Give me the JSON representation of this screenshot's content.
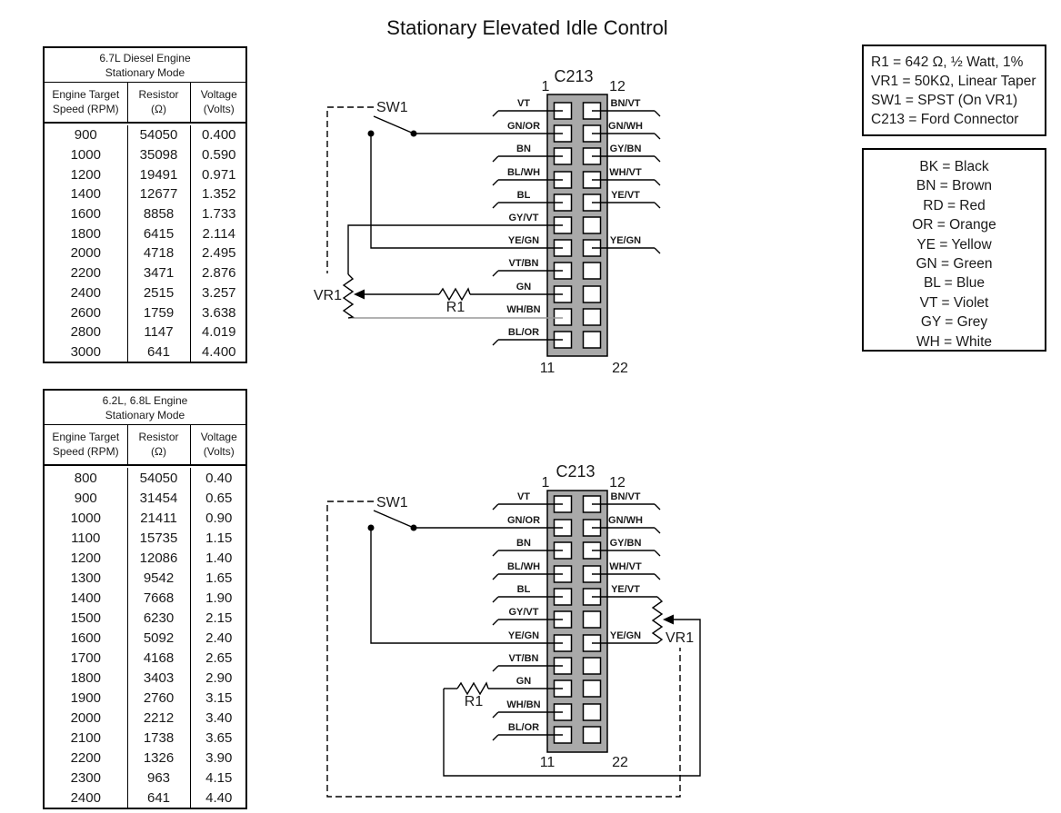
{
  "title": "Stationary Elevated Idle Control",
  "tables": [
    {
      "title_lines": [
        "6.7L Diesel Engine",
        "Stationary Mode"
      ],
      "headers": [
        [
          "Engine Target",
          "Speed (RPM)"
        ],
        [
          "Resistor",
          "(Ω)"
        ],
        [
          "Voltage",
          "(Volts)"
        ]
      ],
      "rows": [
        [
          "900",
          "54050",
          "0.400"
        ],
        [
          "1000",
          "35098",
          "0.590"
        ],
        [
          "1200",
          "19491",
          "0.971"
        ],
        [
          "1400",
          "12677",
          "1.352"
        ],
        [
          "1600",
          "8858",
          "1.733"
        ],
        [
          "1800",
          "6415",
          "2.114"
        ],
        [
          "2000",
          "4718",
          "2.495"
        ],
        [
          "2200",
          "3471",
          "2.876"
        ],
        [
          "2400",
          "2515",
          "3.257"
        ],
        [
          "2600",
          "1759",
          "3.638"
        ],
        [
          "2800",
          "1147",
          "4.019"
        ],
        [
          "3000",
          "641",
          "4.400"
        ]
      ]
    },
    {
      "title_lines": [
        "6.2L, 6.8L Engine",
        "Stationary Mode"
      ],
      "headers": [
        [
          "Engine Target",
          "Speed (RPM)"
        ],
        [
          "Resistor",
          "(Ω)"
        ],
        [
          "Voltage",
          "(Volts)"
        ]
      ],
      "rows": [
        [
          "800",
          "54050",
          "0.40"
        ],
        [
          "900",
          "31454",
          "0.65"
        ],
        [
          "1000",
          "21411",
          "0.90"
        ],
        [
          "1100",
          "15735",
          "1.15"
        ],
        [
          "1200",
          "12086",
          "1.40"
        ],
        [
          "1300",
          "9542",
          "1.65"
        ],
        [
          "1400",
          "7668",
          "1.90"
        ],
        [
          "1500",
          "6230",
          "2.15"
        ],
        [
          "1600",
          "5092",
          "2.40"
        ],
        [
          "1700",
          "4168",
          "2.65"
        ],
        [
          "1800",
          "3403",
          "2.90"
        ],
        [
          "1900",
          "2760",
          "3.15"
        ],
        [
          "2000",
          "2212",
          "3.40"
        ],
        [
          "2100",
          "1738",
          "3.65"
        ],
        [
          "2200",
          "1326",
          "3.90"
        ],
        [
          "2300",
          "963",
          "4.15"
        ],
        [
          "2400",
          "641",
          "4.40"
        ]
      ]
    }
  ],
  "component_notes": [
    "R1 = 642 Ω, ½ Watt, 1%",
    "VR1 = 50KΩ, Linear Taper",
    "SW1 = SPST (On VR1)",
    "C213 = Ford Connector"
  ],
  "color_codes": [
    "BK = Black",
    "BN = Brown",
    "RD = Red",
    "OR = Orange",
    "YE = Yellow",
    "GN = Green",
    "BL = Blue",
    "VT = Violet",
    "GY = Grey",
    "WH = White"
  ],
  "wiring": {
    "connector_label": "C213",
    "pins": {
      "top_left": "1",
      "top_right": "12",
      "bottom_left": "11",
      "bottom_right": "22"
    },
    "left_wires": [
      "VT",
      "GN/OR",
      "BN",
      "BL/WH",
      "BL",
      "GY/VT",
      "YE/GN",
      "VT/BN",
      "GN",
      "WH/BN",
      "BL/OR"
    ],
    "right_wires": [
      "BN/VT",
      "GN/WH",
      "GY/BN",
      "WH/VT",
      "YE/VT",
      "YE/GN"
    ],
    "switch_label": "SW1",
    "potentiometer_label": "VR1",
    "resistor_label": "R1"
  },
  "colors": {
    "connector_fill": "#a9a9a9",
    "wire": "#000000",
    "wh_bn_wire_top": "#999999",
    "text": "#1a1a1a"
  }
}
